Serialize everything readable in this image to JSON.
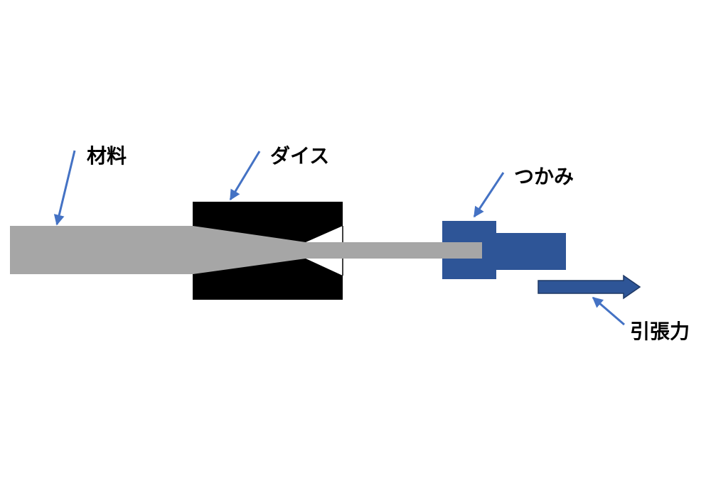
{
  "labels": {
    "material": "材料",
    "die": "ダイス",
    "grip": "つかみ",
    "tension": "引張力"
  },
  "colors": {
    "material": "#a6a6a6",
    "die": "#000000",
    "grip": "#2e5597",
    "tension_arrow": "#2e5597",
    "pointer": "#4472c4"
  }
}
